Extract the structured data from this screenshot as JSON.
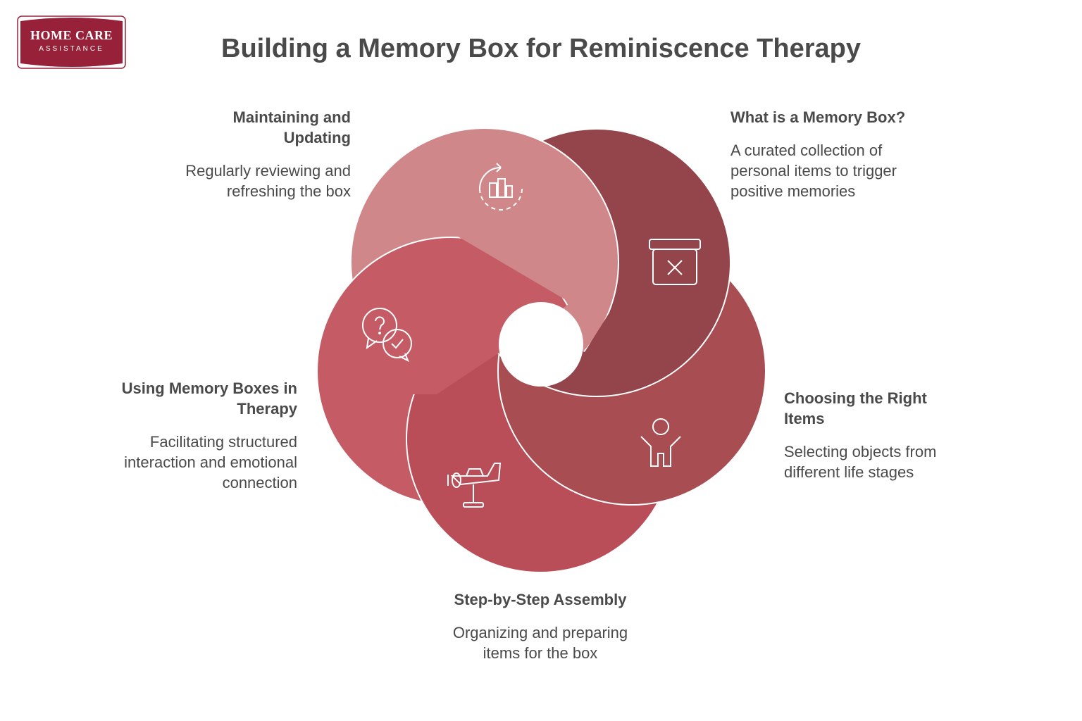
{
  "brand": {
    "name_line1": "HOME CARE",
    "name_line2": "ASSISTANCE",
    "color": "#98213a"
  },
  "title": "Building a Memory Box for Reminiscence Therapy",
  "steps": [
    {
      "heading": "What is a Memory Box?",
      "description": "A curated collection of personal items to trigger positive memories",
      "icon": "box-icon",
      "color": "#94454b"
    },
    {
      "heading": "Choosing the Right Items",
      "description": "Selecting objects from different life stages",
      "icon": "child-icon",
      "color": "#a84e53"
    },
    {
      "heading": "Step-by-Step Assembly",
      "description": "Organizing and preparing items for the box",
      "icon": "toy-plane-icon",
      "color": "#b94d58"
    },
    {
      "heading": "Using Memory Boxes in Therapy",
      "description": "Facilitating structured interaction and emotional connection",
      "icon": "question-answer-icon",
      "color": "#c45b65"
    },
    {
      "heading": "Maintaining and Updating",
      "description": "Regularly reviewing and refreshing the box",
      "icon": "refresh-icon",
      "color": "#cf8789"
    }
  ]
}
